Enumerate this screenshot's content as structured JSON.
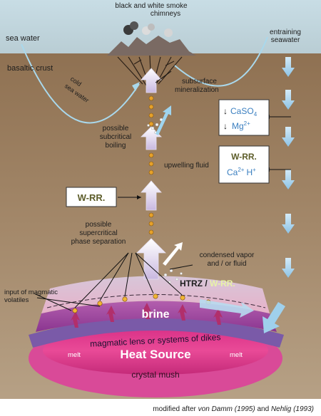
{
  "labels": {
    "sea_water": "sea water",
    "smoke_line1": "black and white smoke",
    "smoke_line2": "chimneys",
    "entraining_line1": "entraining",
    "entraining_line2": "seawater",
    "basaltic_crust": "basaltic crust",
    "cold": "cold",
    "cold_sea_water": "sea water",
    "subsurface_line1": "subsurface",
    "subsurface_line2": "mineralization",
    "subcritical_line1": "possible",
    "subcritical_line2": "subcritical",
    "subcritical_line3": "boiling",
    "upwelling": "upwelling fluid",
    "supercritical_line1": "possible",
    "supercritical_line2": "supercritical",
    "supercritical_line3": "phase separation",
    "condensed_line1": "condensed vapor",
    "condensed_line2": "and / or fluid",
    "htrz": "HTRZ /",
    "htrz_wrr": "W-RR.",
    "input_line1": "input of magmatic",
    "input_line2": "volatiles",
    "brine": "brine",
    "magmatic_lens": "magmatic lens or systems of dikes",
    "heat_source": "Heat Source",
    "melt_left": "melt",
    "melt_right": "melt",
    "crystal_mush": "crystal mush"
  },
  "boxes": {
    "wrr_left": "W-RR.",
    "precip_caso4": "CaSO",
    "precip_caso4_sub": "4",
    "precip_mg": "Mg",
    "precip_mg_sup": "2+",
    "wrr_right_title": "W-RR.",
    "wrr_right_ca": "Ca",
    "wrr_right_ca_sup": "2+",
    "wrr_right_h": "H",
    "wrr_right_h_sup": "+"
  },
  "caption": {
    "prefix": "modified after ",
    "ref1": "von Damm (1995)",
    "middle": " and ",
    "ref2": "Nehlig (1993)"
  },
  "colors": {
    "sea": "#c9dde6",
    "crust": "#9a7d5f",
    "arrow_blue": "#a9d2ec",
    "brine": "#9c3f9d",
    "heat": "#e0338a",
    "lens": "#6e4a9c"
  }
}
